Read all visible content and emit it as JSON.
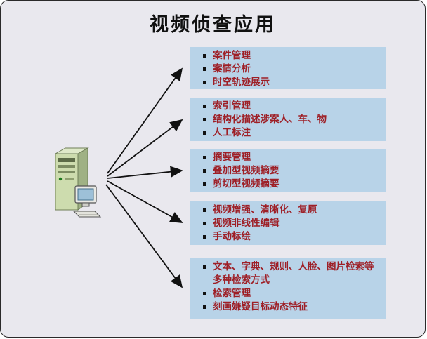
{
  "title": "视频侦查应用",
  "icon": {
    "name": "server-computer"
  },
  "colors": {
    "background": "#e9e8ee",
    "box_bg": "#b8d3e8",
    "item_text": "#9e1f26",
    "arrow": "#111111"
  },
  "groups": [
    {
      "id": "case-management",
      "items": [
        "案件管理",
        "案情分析",
        "时空轨迹展示"
      ]
    },
    {
      "id": "index-management",
      "items": [
        "索引管理",
        "结构化描述涉案人、车、物",
        "人工标注"
      ]
    },
    {
      "id": "summary-management",
      "items": [
        "摘要管理",
        "叠加型视频摘要",
        "剪切型视频摘要"
      ]
    },
    {
      "id": "video-enhancement",
      "items": [
        "视频增强、清晰化、复原",
        "视频非线性编辑",
        "手动标绘"
      ]
    },
    {
      "id": "search",
      "items": [
        "文本、字典、规则、人脸、图片检索等多种检索方式",
        "检索管理",
        "刻画嫌疑目标动态特征"
      ]
    }
  ]
}
